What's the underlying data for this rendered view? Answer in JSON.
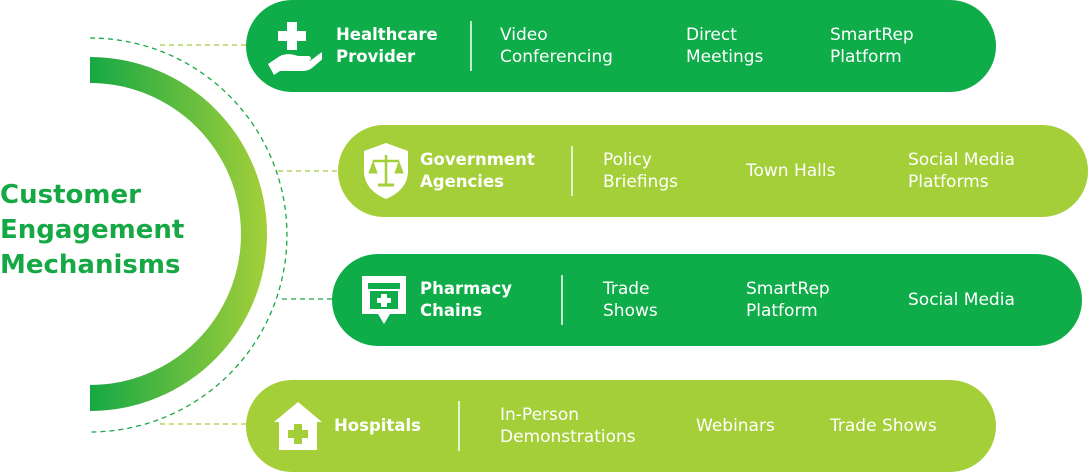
{
  "title_lines": [
    "Customer",
    "Engagement",
    "Mechanisms"
  ],
  "colors": {
    "dark_green": "#0fad4a",
    "light_green": "#a4cf39",
    "title_green": "#16a845"
  },
  "rows": [
    {
      "icon": "hand-medical-cross-icon",
      "category_lines": [
        "Healthcare",
        "Provider"
      ],
      "items": [
        {
          "lines": [
            "Video",
            "Conferencing"
          ]
        },
        {
          "lines": [
            "Direct",
            "Meetings"
          ]
        },
        {
          "lines": [
            "SmartRep",
            "Platform"
          ]
        }
      ]
    },
    {
      "icon": "shield-scales-icon",
      "category_lines": [
        "Government",
        "Agencies"
      ],
      "items": [
        {
          "lines": [
            "Policy",
            "Briefings"
          ]
        },
        {
          "lines": [
            "Town Halls"
          ]
        },
        {
          "lines": [
            "Social Media",
            "Platforms"
          ]
        }
      ]
    },
    {
      "icon": "store-location-pin-icon",
      "category_lines": [
        "Pharmacy",
        "Chains"
      ],
      "items": [
        {
          "lines": [
            "Trade",
            "Shows"
          ]
        },
        {
          "lines": [
            "SmartRep",
            "Platform"
          ]
        },
        {
          "lines": [
            "Social Media"
          ]
        }
      ]
    },
    {
      "icon": "hospital-house-icon",
      "category_lines": [
        "Hospitals"
      ],
      "items": [
        {
          "lines": [
            "In-Person",
            "Demonstrations"
          ]
        },
        {
          "lines": [
            "Webinars"
          ]
        },
        {
          "lines": [
            "Trade Shows"
          ]
        }
      ]
    }
  ]
}
